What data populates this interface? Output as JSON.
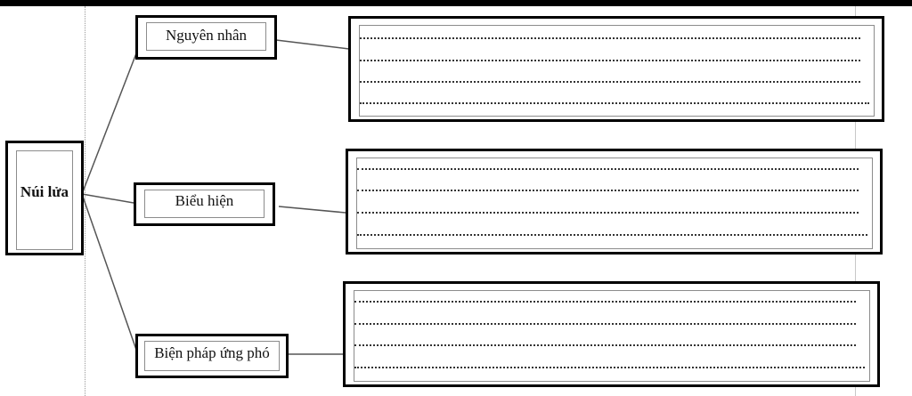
{
  "root": {
    "label": "Núi lửa"
  },
  "branches": [
    {
      "label": "Nguyên nhân",
      "answer_lines": 4
    },
    {
      "label": "Biểu hiện",
      "answer_lines": 4
    },
    {
      "label": "Biện pháp ứng phó",
      "answer_lines": 4
    }
  ]
}
